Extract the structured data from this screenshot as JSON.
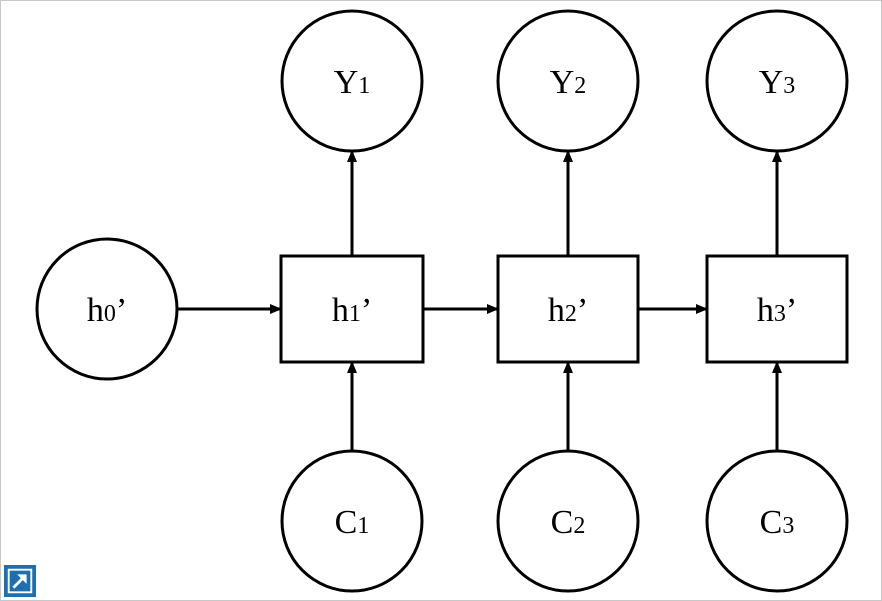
{
  "diagram": {
    "nodes": [
      {
        "id": "h0",
        "shape": "circle",
        "base": "h",
        "sub": "0",
        "suffix": "’"
      },
      {
        "id": "h1",
        "shape": "box",
        "base": "h",
        "sub": "1",
        "suffix": "’"
      },
      {
        "id": "h2",
        "shape": "box",
        "base": "h",
        "sub": "2",
        "suffix": "’"
      },
      {
        "id": "h3",
        "shape": "box",
        "base": "h",
        "sub": "3",
        "suffix": "’"
      },
      {
        "id": "y1",
        "shape": "circle",
        "base": "Y",
        "sub": "1",
        "suffix": ""
      },
      {
        "id": "y2",
        "shape": "circle",
        "base": "Y",
        "sub": "2",
        "suffix": ""
      },
      {
        "id": "y3",
        "shape": "circle",
        "base": "Y",
        "sub": "3",
        "suffix": ""
      },
      {
        "id": "c1",
        "shape": "circle",
        "base": "C",
        "sub": "1",
        "suffix": ""
      },
      {
        "id": "c2",
        "shape": "circle",
        "base": "C",
        "sub": "2",
        "suffix": ""
      },
      {
        "id": "c3",
        "shape": "circle",
        "base": "C",
        "sub": "3",
        "suffix": ""
      }
    ],
    "edges": [
      {
        "from": "h0",
        "to": "h1"
      },
      {
        "from": "h1",
        "to": "h2"
      },
      {
        "from": "h2",
        "to": "h3"
      },
      {
        "from": "h1",
        "to": "y1"
      },
      {
        "from": "h2",
        "to": "y2"
      },
      {
        "from": "h3",
        "to": "y3"
      },
      {
        "from": "c1",
        "to": "h1"
      },
      {
        "from": "c2",
        "to": "h2"
      },
      {
        "from": "c3",
        "to": "h3"
      }
    ]
  },
  "toolbar": {
    "expand_icon": "expand-diagonal-arrow-icon",
    "accent_color": "#1d6fb0"
  }
}
